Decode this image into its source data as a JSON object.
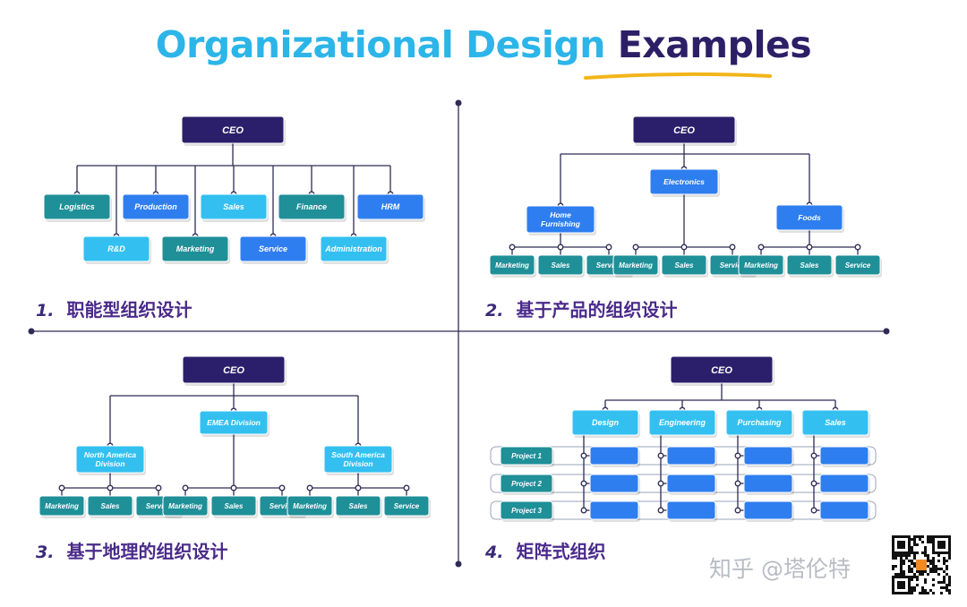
{
  "title": {
    "part1": "Organizational Design",
    "part2": "Examples"
  },
  "colors": {
    "ceo": "#2b1f6b",
    "teal": "#1f8f98",
    "blue": "#2f7ef0",
    "light": "#33c0f0",
    "lines": "#2e2c55"
  },
  "q1": {
    "number": "1.",
    "caption": "职能型组织设计",
    "ceo": "CEO",
    "top": [
      "Logistics",
      "Production",
      "Sales",
      "Finance",
      "HRM"
    ],
    "bottom": [
      "R&D",
      "Marketing",
      "Service",
      "Administration"
    ]
  },
  "q2": {
    "number": "2.",
    "caption": "基于产品的组织设计",
    "ceo": "CEO",
    "groups": [
      {
        "label": "Home\nFurnishing",
        "children": [
          "Marketing",
          "Sales",
          "Service"
        ]
      },
      {
        "label": "Electronics",
        "children": [
          "Marketing",
          "Sales",
          "Service"
        ]
      },
      {
        "label": "Foods",
        "children": [
          "Marketing",
          "Sales",
          "Service"
        ]
      }
    ]
  },
  "q3": {
    "number": "3.",
    "caption": "基于地理的组织设计",
    "ceo": "CEO",
    "groups": [
      {
        "label": "North America\nDivision",
        "children": [
          "Marketing",
          "Sales",
          "Service"
        ]
      },
      {
        "label": "EMEA Division",
        "children": [
          "Marketing",
          "Sales",
          "Service"
        ]
      },
      {
        "label": "South America\nDivision",
        "children": [
          "Marketing",
          "Sales",
          "Service"
        ]
      }
    ]
  },
  "q4": {
    "number": "4.",
    "caption": "矩阵式组织",
    "ceo": "CEO",
    "departments": [
      "Design",
      "Engineering",
      "Purchasing",
      "Sales"
    ],
    "projects": [
      "Project 1",
      "Project 2",
      "Project 3"
    ]
  },
  "watermark": "知乎 @塔伦特",
  "qr_icon": "qr-code-icon"
}
